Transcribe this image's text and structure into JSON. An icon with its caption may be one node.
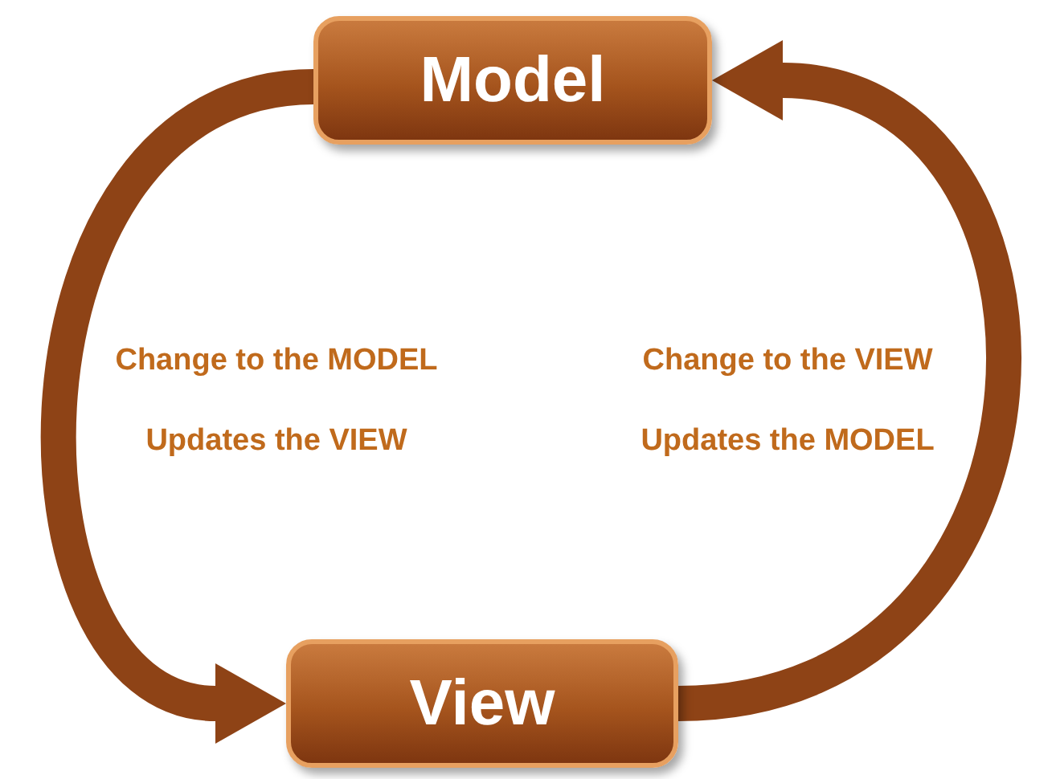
{
  "diagram": {
    "nodes": [
      {
        "text": [
          "Model"
        ]
      },
      {
        "text": [
          "View"
        ]
      }
    ],
    "edges": [
      {
        "from": 0,
        "to": 1,
        "arrow": "to",
        "label": "Change to the MODEL Updates the VIEW"
      },
      {
        "from": 1,
        "to": 0,
        "arrow": "to",
        "label": "Change to the VIEW Updates the MODEL"
      }
    ]
  }
}
